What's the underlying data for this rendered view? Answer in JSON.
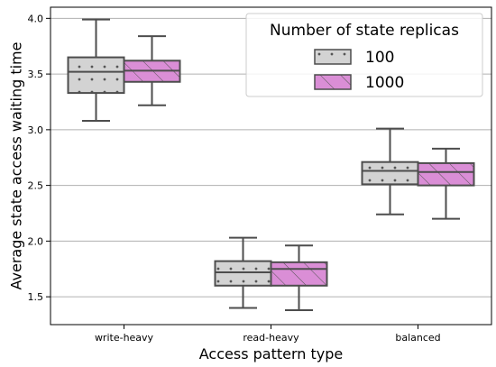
{
  "chart_data": {
    "type": "box",
    "xlabel": "Access pattern type",
    "ylabel": "Average state access waiting time",
    "categories": [
      "write-heavy",
      "read-heavy",
      "balanced"
    ],
    "ylim": [
      1.25,
      4.1
    ],
    "yticks": [
      1.5,
      2.0,
      2.5,
      3.0,
      3.5,
      4.0
    ],
    "ytick_labels": [
      "1.5",
      "2.0",
      "2.5",
      "3.0",
      "3.5",
      "4.0"
    ],
    "grid": "horizontal",
    "legend": {
      "title": "Number of state replicas",
      "placement": "top-right"
    },
    "series": [
      {
        "name": "100",
        "color": "#d3d3d3",
        "pattern": "dots",
        "boxes": [
          {
            "whislo": 3.08,
            "q1": 3.33,
            "med": 3.52,
            "q3": 3.65,
            "whishi": 3.99
          },
          {
            "whislo": 1.4,
            "q1": 1.6,
            "med": 1.72,
            "q3": 1.82,
            "whishi": 2.03
          },
          {
            "whislo": 2.24,
            "q1": 2.51,
            "med": 2.63,
            "q3": 2.71,
            "whishi": 3.01
          }
        ]
      },
      {
        "name": "1000",
        "color": "#da8ed6",
        "pattern": "hatch",
        "boxes": [
          {
            "whislo": 3.22,
            "q1": 3.43,
            "med": 3.53,
            "q3": 3.62,
            "whishi": 3.84
          },
          {
            "whislo": 1.38,
            "q1": 1.6,
            "med": 1.75,
            "q3": 1.81,
            "whishi": 1.96
          },
          {
            "whislo": 2.2,
            "q1": 2.5,
            "med": 2.62,
            "q3": 2.7,
            "whishi": 2.83
          }
        ]
      }
    ]
  }
}
